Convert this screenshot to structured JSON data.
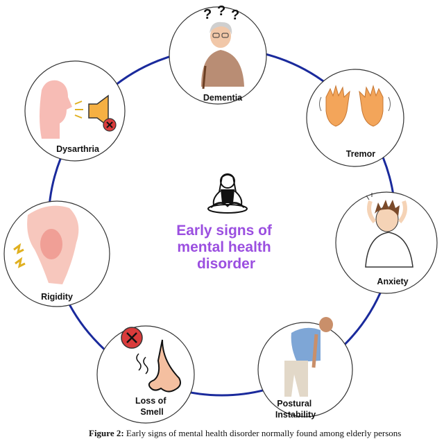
{
  "center": {
    "title_lines": [
      "Early signs of",
      "mental health",
      "disorder"
    ],
    "icon": "meditating-person-icon"
  },
  "nodes": [
    {
      "label_lines": [
        "Dementia"
      ],
      "icon": "confused-elderly-woman-icon"
    },
    {
      "label_lines": [
        "Tremor"
      ],
      "icon": "shaking-hands-icon"
    },
    {
      "label_lines": [
        "Anxiety"
      ],
      "icon": "anxious-man-icon"
    },
    {
      "label_lines": [
        "Postural",
        "Instability"
      ],
      "icon": "stooped-elderly-man-icon"
    },
    {
      "label_lines": [
        "Loss of",
        "Smell"
      ],
      "icon": "crossed-nose-icon"
    },
    {
      "label_lines": [
        "Rigidity"
      ],
      "icon": "stiff-knee-icon"
    },
    {
      "label_lines": [
        "Dysarthria"
      ],
      "icon": "muted-speech-icon"
    }
  ],
  "colors": {
    "ring": "#1a2a9c",
    "center_title": "#9b4fe0",
    "node_border": "#333333"
  },
  "caption": {
    "label": "Figure 2:",
    "text": "Early signs of mental health disorder normally found among elderly persons"
  }
}
